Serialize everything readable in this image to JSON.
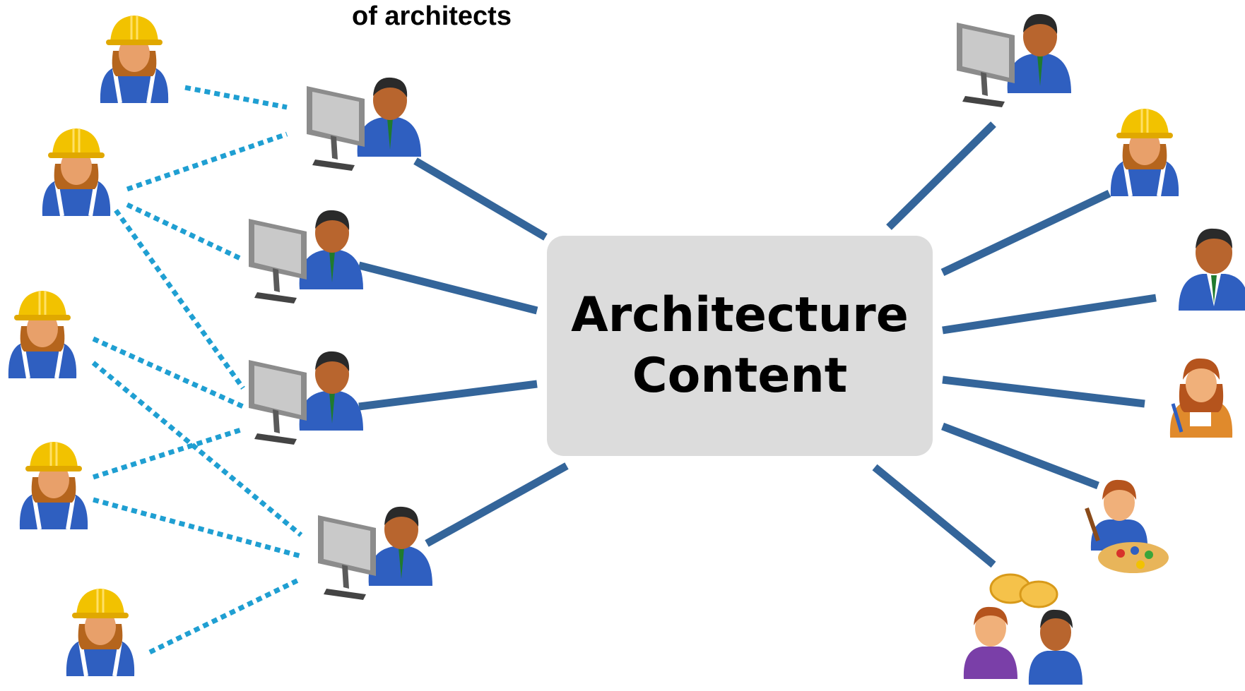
{
  "caption": "of architects",
  "hub": {
    "line1": "Architecture",
    "line2": "Content"
  },
  "colors": {
    "solid_link": "#34659a",
    "dotted_link": "#1f9fd2",
    "hub_fill": "#dcdcdc",
    "shirt": "#2f5fc0",
    "helmet": "#f2c200"
  },
  "icons": {
    "worker": "construction-worker-icon",
    "architect": "architect-at-computer-icon",
    "business": "business-person-icon",
    "painter": "painter-icon",
    "conversation": "conversation-icon",
    "writer": "writer-icon"
  }
}
